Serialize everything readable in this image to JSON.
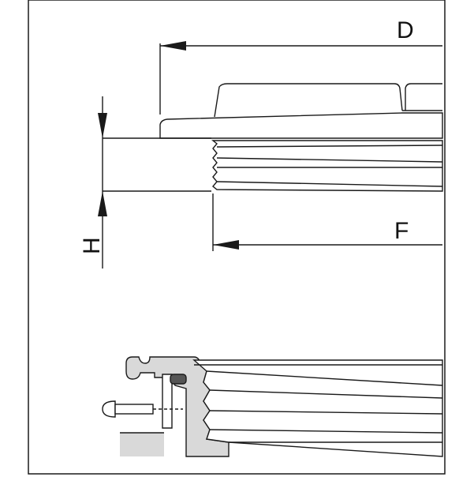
{
  "labels": {
    "diameter_outer": "D",
    "diameter_thread": "F",
    "height": "H"
  },
  "colors": {
    "line": "#1a1a1a",
    "fill_gray": "#d9d9d9",
    "fill_white": "#ffffff",
    "seal_dark": "#555555"
  }
}
